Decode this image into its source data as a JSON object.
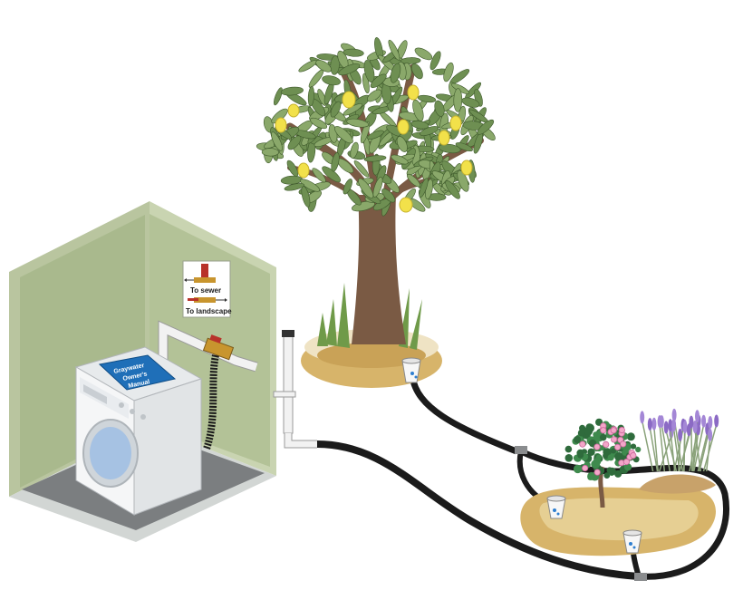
{
  "valve_sign": {
    "to_sewer": "To sewer",
    "to_landscape": "To landscape"
  },
  "manual": {
    "line1": "Graywater",
    "line2": "Owner's",
    "line3": "Manual"
  },
  "colors": {
    "room_wall": "#c7d3b0",
    "room_wall_dark": "#b4c29c",
    "room_floor": "#7b7e80",
    "tree_trunk": "#7a5a44",
    "leaf": "#6e8f52",
    "lemon": "#f2e14a",
    "mulch": "#d7b46a",
    "hose": "#1b1b1b",
    "pipe": "#f2f2f2",
    "manual_blue": "#1f6fb8",
    "valve_red": "#b8322a",
    "valve_brass": "#c8952e"
  },
  "icons": [
    "lemon-tree",
    "rose-bush",
    "lavender",
    "washing-machine",
    "three-way-valve",
    "mulch-basin",
    "drip-outlet"
  ]
}
